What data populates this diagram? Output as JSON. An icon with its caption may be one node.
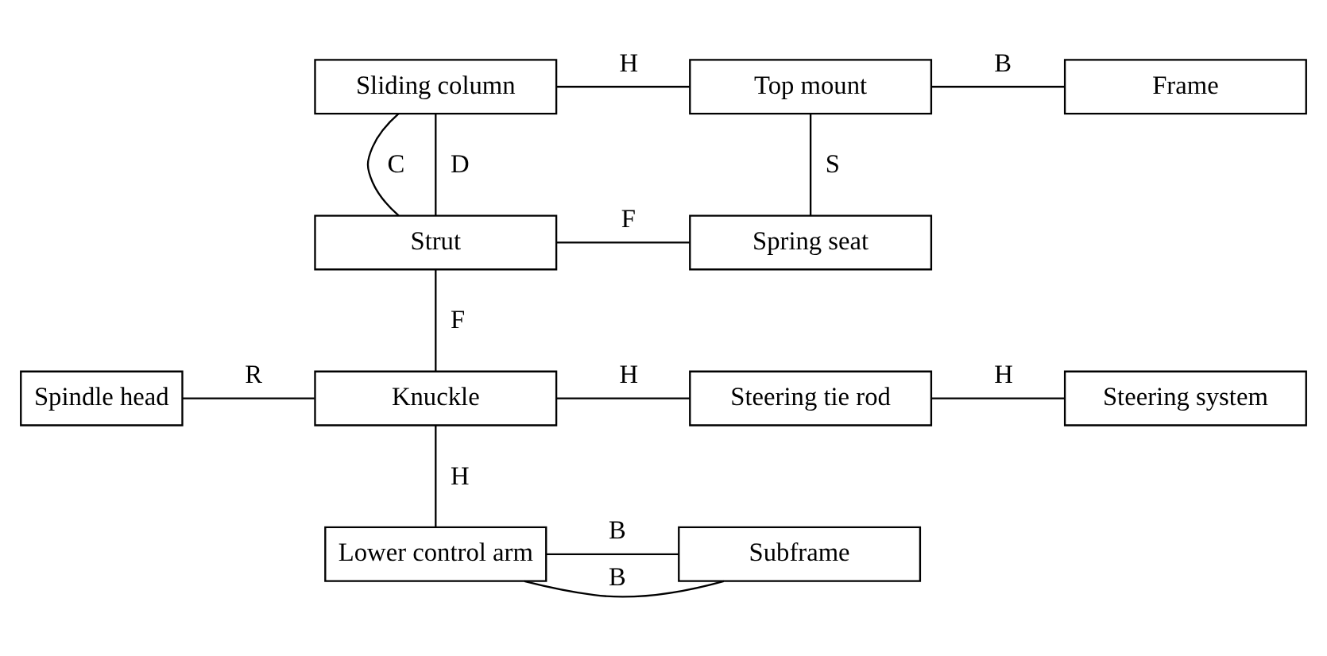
{
  "diagram": {
    "nodes": [
      {
        "text": [
          "Sliding column"
        ]
      },
      {
        "text": [
          "Top mount"
        ]
      },
      {
        "text": [
          "Frame"
        ]
      },
      {
        "text": [
          "Strut"
        ]
      },
      {
        "text": [
          "Spring seat"
        ]
      },
      {
        "text": [
          "Spindle head"
        ]
      },
      {
        "text": [
          "Knuckle"
        ]
      },
      {
        "text": [
          "Steering tie rod"
        ]
      },
      {
        "text": [
          "Steering system"
        ]
      },
      {
        "text": [
          "Lower control arm"
        ]
      },
      {
        "text": [
          "Subframe"
        ]
      }
    ],
    "edges": [
      {
        "from": 0,
        "to": 1,
        "arrow": "none",
        "label": "H"
      },
      {
        "from": 1,
        "to": 2,
        "arrow": "none",
        "label": "B"
      },
      {
        "from": 0,
        "to": 3,
        "arrow": "none",
        "label": "C"
      },
      {
        "from": 0,
        "to": 3,
        "arrow": "none",
        "label": "D"
      },
      {
        "from": 1,
        "to": 4,
        "arrow": "none",
        "label": "S"
      },
      {
        "from": 3,
        "to": 4,
        "arrow": "none",
        "label": "F"
      },
      {
        "from": 3,
        "to": 6,
        "arrow": "none",
        "label": "F"
      },
      {
        "from": 5,
        "to": 6,
        "arrow": "none",
        "label": "R"
      },
      {
        "from": 6,
        "to": 7,
        "arrow": "none",
        "label": "H"
      },
      {
        "from": 7,
        "to": 8,
        "arrow": "none",
        "label": "H"
      },
      {
        "from": 6,
        "to": 9,
        "arrow": "none",
        "label": "H"
      },
      {
        "from": 9,
        "to": 10,
        "arrow": "none",
        "label": "B"
      },
      {
        "from": 9,
        "to": 10,
        "arrow": "none",
        "label": "B"
      }
    ]
  }
}
